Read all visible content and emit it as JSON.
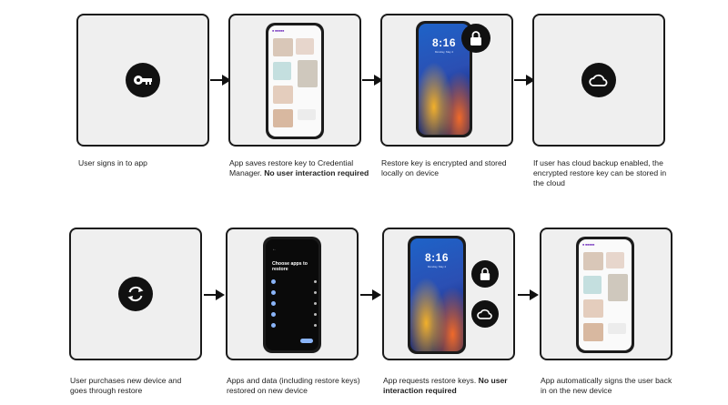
{
  "steps": [
    {
      "caption": "User signs in to app",
      "bold": "",
      "icon": "key-icon"
    },
    {
      "caption": "App saves restore key to Credential Manager. ",
      "bold": "No user interaction required",
      "icon": "phone-gallery"
    },
    {
      "caption": "Restore key is encrypted and stored locally on device",
      "bold": "",
      "icon": "lock-icon"
    },
    {
      "caption": "If user has cloud backup enabled, the encrypted restore key can be stored in the cloud",
      "bold": "",
      "icon": "cloud-icon"
    },
    {
      "caption": "User purchases new device and goes through restore",
      "bold": "",
      "icon": "sync-icon"
    },
    {
      "caption": "Apps and data (including restore keys) restored on new device",
      "bold": "",
      "icon": "phone-restore-screen"
    },
    {
      "caption": "App requests restore keys. ",
      "bold": "No user interaction required",
      "icon": "lock-and-cloud-icons"
    },
    {
      "caption": "App automatically signs the user back in on the new device",
      "bold": "",
      "icon": "phone-gallery"
    }
  ],
  "phone_lock": {
    "time": "8:16",
    "date": "Monday, May 2"
  },
  "restore_screen": {
    "title": "Choose apps to restore"
  },
  "colors": {
    "panel_bg": "#efefef",
    "border": "#1a1a1a",
    "icon": "#111111",
    "accent": "#7a3ec1"
  }
}
